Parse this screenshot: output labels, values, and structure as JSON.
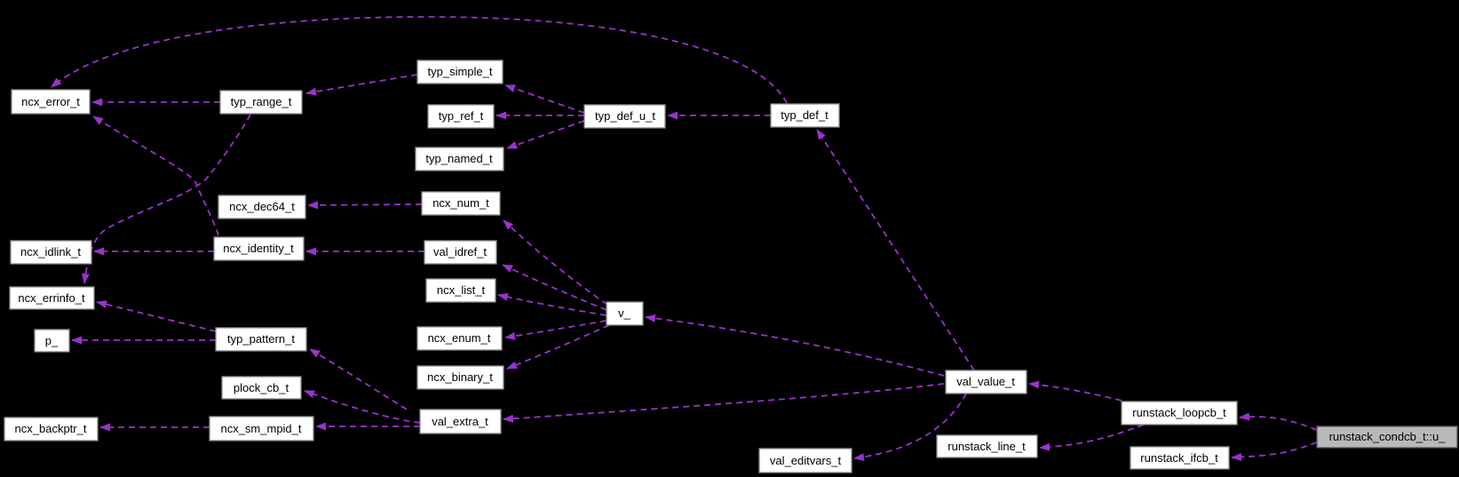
{
  "diagram": {
    "type": "collaboration-graph",
    "colors": {
      "background": "#000000",
      "edge": "#9a32cd",
      "node_fill": "#ffffff",
      "node_border": "#8a8a8a",
      "node_text": "#000000",
      "focal_fill": "#b9b9b9",
      "focal_border": "#595959"
    },
    "focal_node": "runstack_condcb_t::u_",
    "nodes": [
      {
        "label": "ncx_error_t"
      },
      {
        "label": "typ_range_t"
      },
      {
        "label": "typ_simple_t"
      },
      {
        "label": "typ_ref_t"
      },
      {
        "label": "typ_def_u_t"
      },
      {
        "label": "typ_def_t"
      },
      {
        "label": "typ_named_t"
      },
      {
        "label": "ncx_dec64_t"
      },
      {
        "label": "ncx_num_t"
      },
      {
        "label": "ncx_idlink_t"
      },
      {
        "label": "ncx_identity_t"
      },
      {
        "label": "val_idref_t"
      },
      {
        "label": "ncx_errinfo_t"
      },
      {
        "label": "ncx_list_t"
      },
      {
        "label": "v_"
      },
      {
        "label": "p_"
      },
      {
        "label": "typ_pattern_t"
      },
      {
        "label": "ncx_enum_t"
      },
      {
        "label": "plock_cb_t"
      },
      {
        "label": "ncx_binary_t"
      },
      {
        "label": "val_value_t"
      },
      {
        "label": "ncx_backptr_t"
      },
      {
        "label": "ncx_sm_mpid_t"
      },
      {
        "label": "val_extra_t"
      },
      {
        "label": "runstack_loopcb_t"
      },
      {
        "label": "val_editvars_t"
      },
      {
        "label": "runstack_line_t"
      },
      {
        "label": "runstack_ifcb_t"
      },
      {
        "label": "runstack_condcb_t::u_"
      }
    ],
    "edges": [
      {
        "from": "typ_def_t",
        "to": "ncx_error_t"
      },
      {
        "from": "typ_range_t",
        "to": "ncx_error_t"
      },
      {
        "from": "ncx_identity_t",
        "to": "ncx_error_t"
      },
      {
        "from": "typ_simple_t",
        "to": "typ_range_t"
      },
      {
        "from": "typ_def_u_t",
        "to": "typ_simple_t"
      },
      {
        "from": "typ_def_u_t",
        "to": "typ_ref_t"
      },
      {
        "from": "typ_def_u_t",
        "to": "typ_named_t"
      },
      {
        "from": "typ_def_t",
        "to": "typ_def_u_t"
      },
      {
        "from": "ncx_num_t",
        "to": "ncx_dec64_t"
      },
      {
        "from": "val_idref_t",
        "to": "ncx_identity_t"
      },
      {
        "from": "ncx_identity_t",
        "to": "ncx_idlink_t"
      },
      {
        "from": "typ_range_t",
        "to": "ncx_errinfo_t"
      },
      {
        "from": "typ_pattern_t",
        "to": "ncx_errinfo_t"
      },
      {
        "from": "typ_pattern_t",
        "to": "p_"
      },
      {
        "from": "v_",
        "to": "ncx_num_t"
      },
      {
        "from": "v_",
        "to": "val_idref_t"
      },
      {
        "from": "v_",
        "to": "ncx_list_t"
      },
      {
        "from": "v_",
        "to": "ncx_enum_t"
      },
      {
        "from": "v_",
        "to": "ncx_binary_t"
      },
      {
        "from": "val_value_t",
        "to": "v_"
      },
      {
        "from": "val_extra_t",
        "to": "typ_pattern_t"
      },
      {
        "from": "val_extra_t",
        "to": "plock_cb_t"
      },
      {
        "from": "val_extra_t",
        "to": "ncx_sm_mpid_t"
      },
      {
        "from": "ncx_sm_mpid_t",
        "to": "ncx_backptr_t"
      },
      {
        "from": "val_value_t",
        "to": "val_extra_t"
      },
      {
        "from": "val_value_t",
        "to": "typ_def_t"
      },
      {
        "from": "val_value_t",
        "to": "val_editvars_t"
      },
      {
        "from": "runstack_loopcb_t",
        "to": "val_value_t"
      },
      {
        "from": "runstack_loopcb_t",
        "to": "runstack_line_t"
      },
      {
        "from": "runstack_condcb_t::u_",
        "to": "runstack_loopcb_t"
      },
      {
        "from": "runstack_condcb_t::u_",
        "to": "runstack_ifcb_t"
      }
    ]
  }
}
